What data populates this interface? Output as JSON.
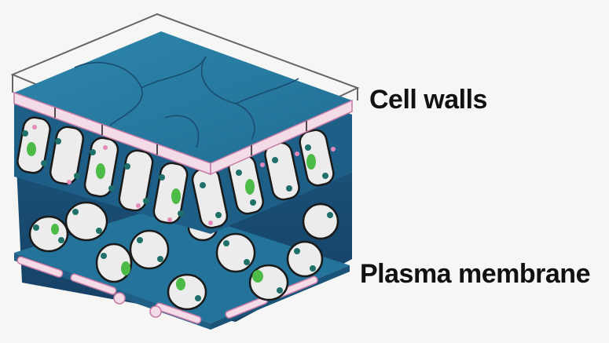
{
  "labels": {
    "cell_walls": "Cell walls",
    "plasma_membrane": "Plasma membrane"
  },
  "colors": {
    "background": "#f6f6f4",
    "tissue_blue": "#2b7fa3",
    "tissue_dark": "#1f5f86",
    "tissue_deep": "#173f66",
    "wall_pink": "#f3dbe8",
    "wall_edge": "#c77aa6",
    "chloroplast_green": "#4dbb47",
    "cell_interior": "#ececec",
    "label_text": "#111111"
  },
  "icons": [
    "leaf-tissue-block-illustration"
  ]
}
